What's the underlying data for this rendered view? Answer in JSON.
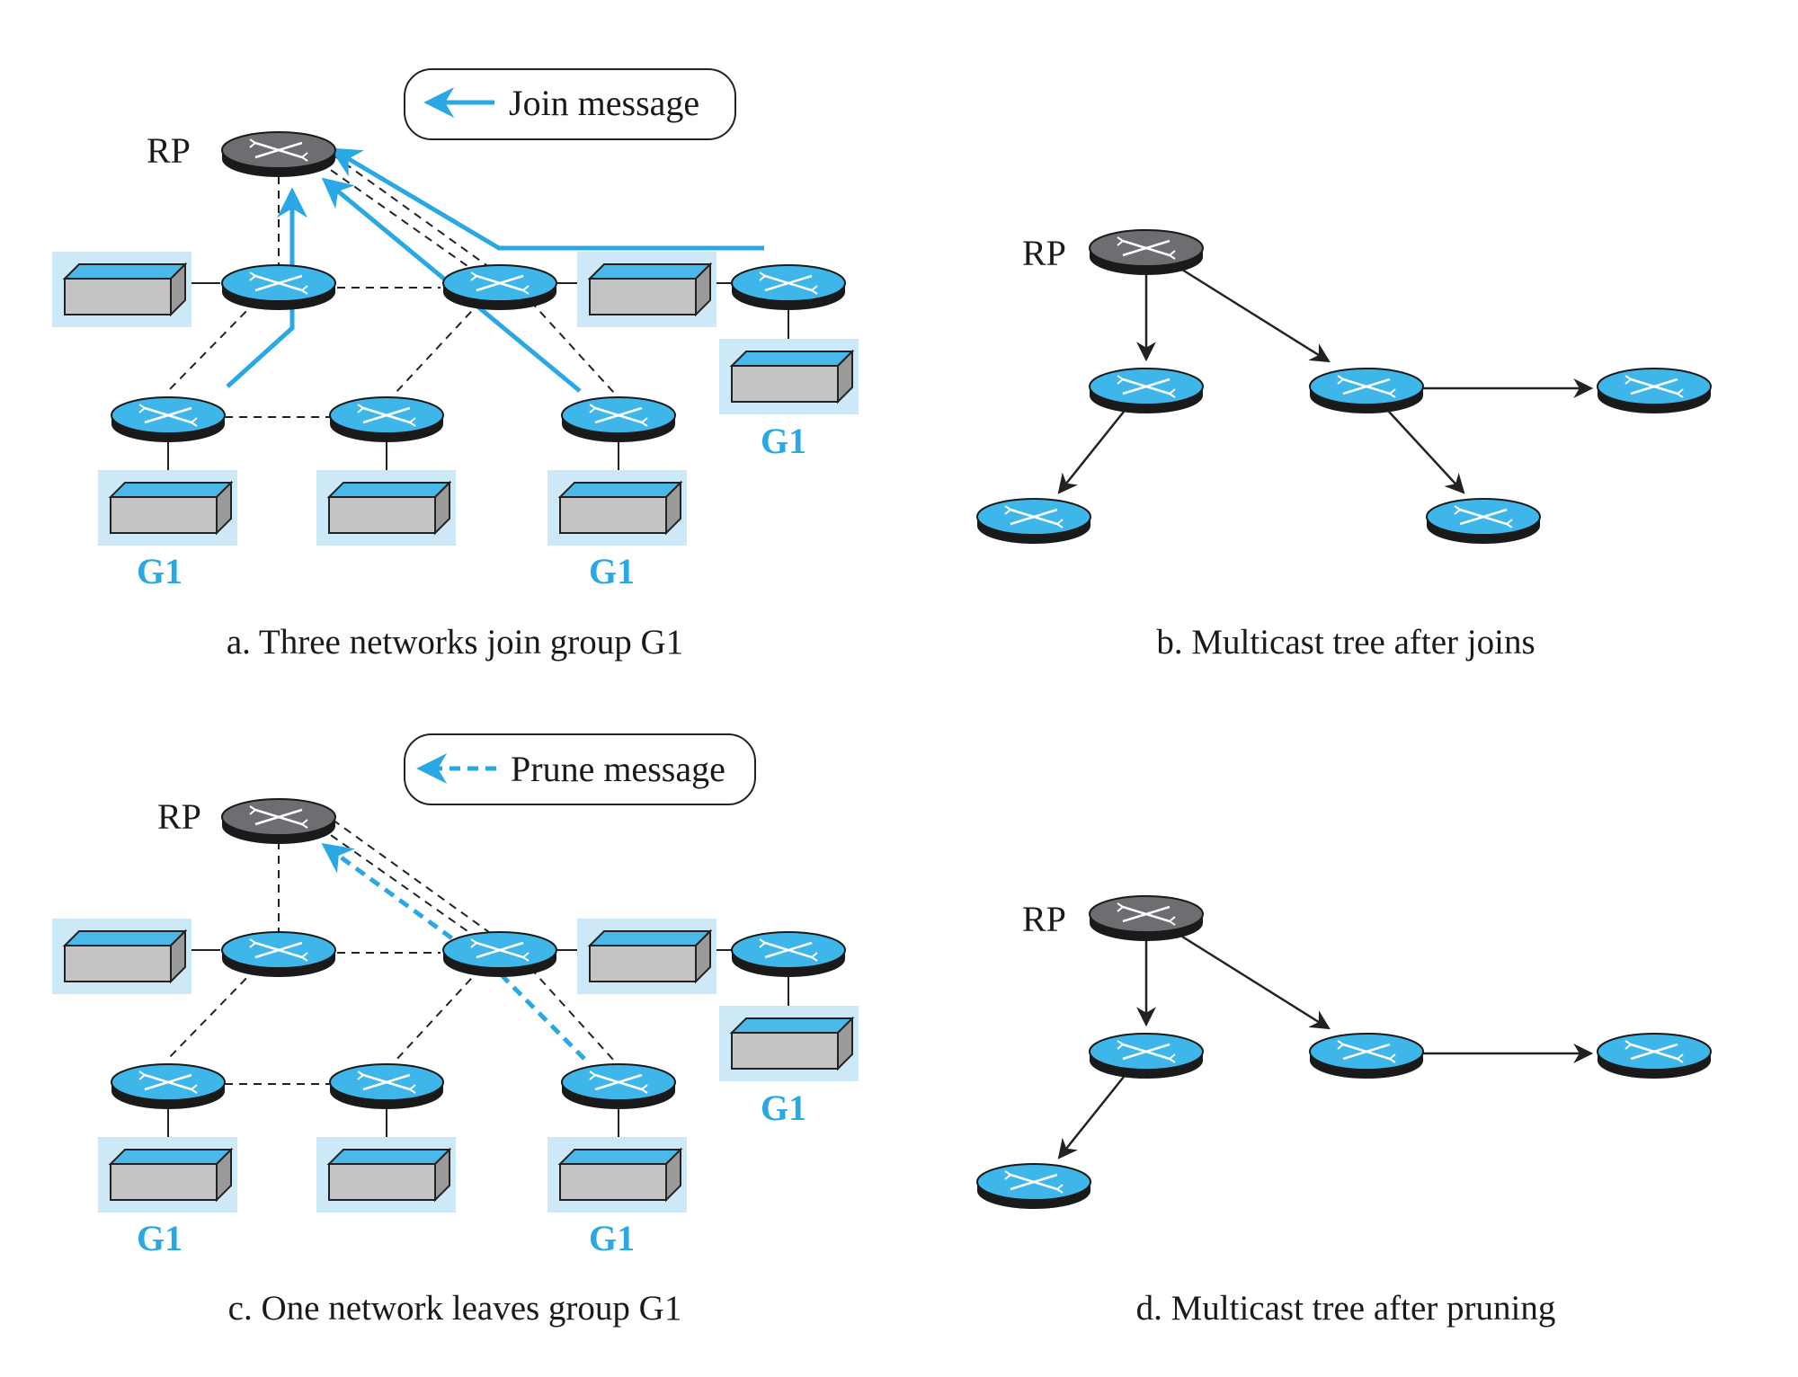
{
  "colors": {
    "router_blue": "#3fb6ea",
    "router_gray": "#6d6e71",
    "router_base": "#1a1a1a",
    "message_arrow": "#2aa8e3",
    "highlight": "#cde9f7",
    "box_gray": "#c4c4c4",
    "box_blue": "#4ab8e8",
    "g1_label": "#2aa8e3",
    "line": "#222222"
  },
  "icons": {
    "router": "router-icon",
    "rendezvous_point": "rp-router-icon",
    "network": "network-box-icon"
  },
  "panels": {
    "a": {
      "caption": "a. Three networks join group G1",
      "rp_label": "RP",
      "legend": "Join message",
      "group_labels": [
        "G1",
        "G1",
        "G1"
      ]
    },
    "b": {
      "caption": "b. Multicast tree after joins",
      "rp_label": "RP"
    },
    "c": {
      "caption": "c. One network leaves group G1",
      "rp_label": "RP",
      "legend": "Prune message",
      "group_labels": [
        "G1",
        "G1",
        "G1"
      ]
    },
    "d": {
      "caption": "d. Multicast tree after pruning",
      "rp_label": "RP"
    }
  }
}
